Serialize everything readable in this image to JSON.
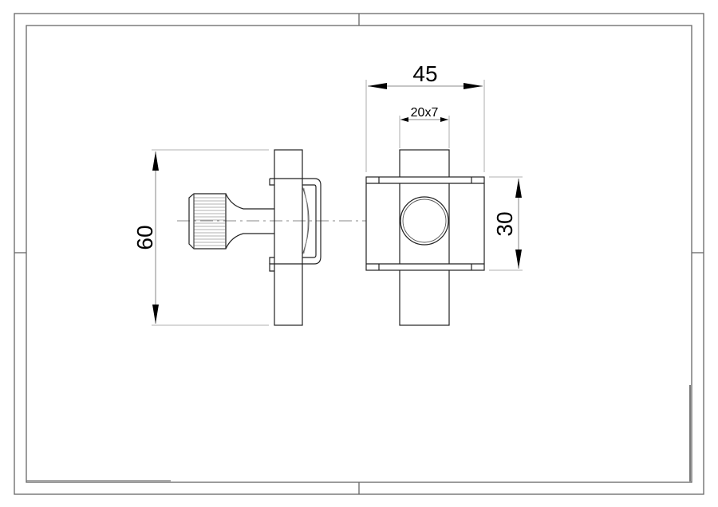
{
  "drawing": {
    "type": "technical-drawing",
    "views": [
      "side-view",
      "front-view"
    ]
  },
  "dimensions": {
    "overall_height": "60",
    "overall_width": "45",
    "slot_size": "20x7",
    "clamp_height": "30"
  },
  "colors": {
    "line": "#1a1a1a",
    "thin_line": "#777777",
    "frame": "#555555",
    "background": "#ffffff"
  }
}
